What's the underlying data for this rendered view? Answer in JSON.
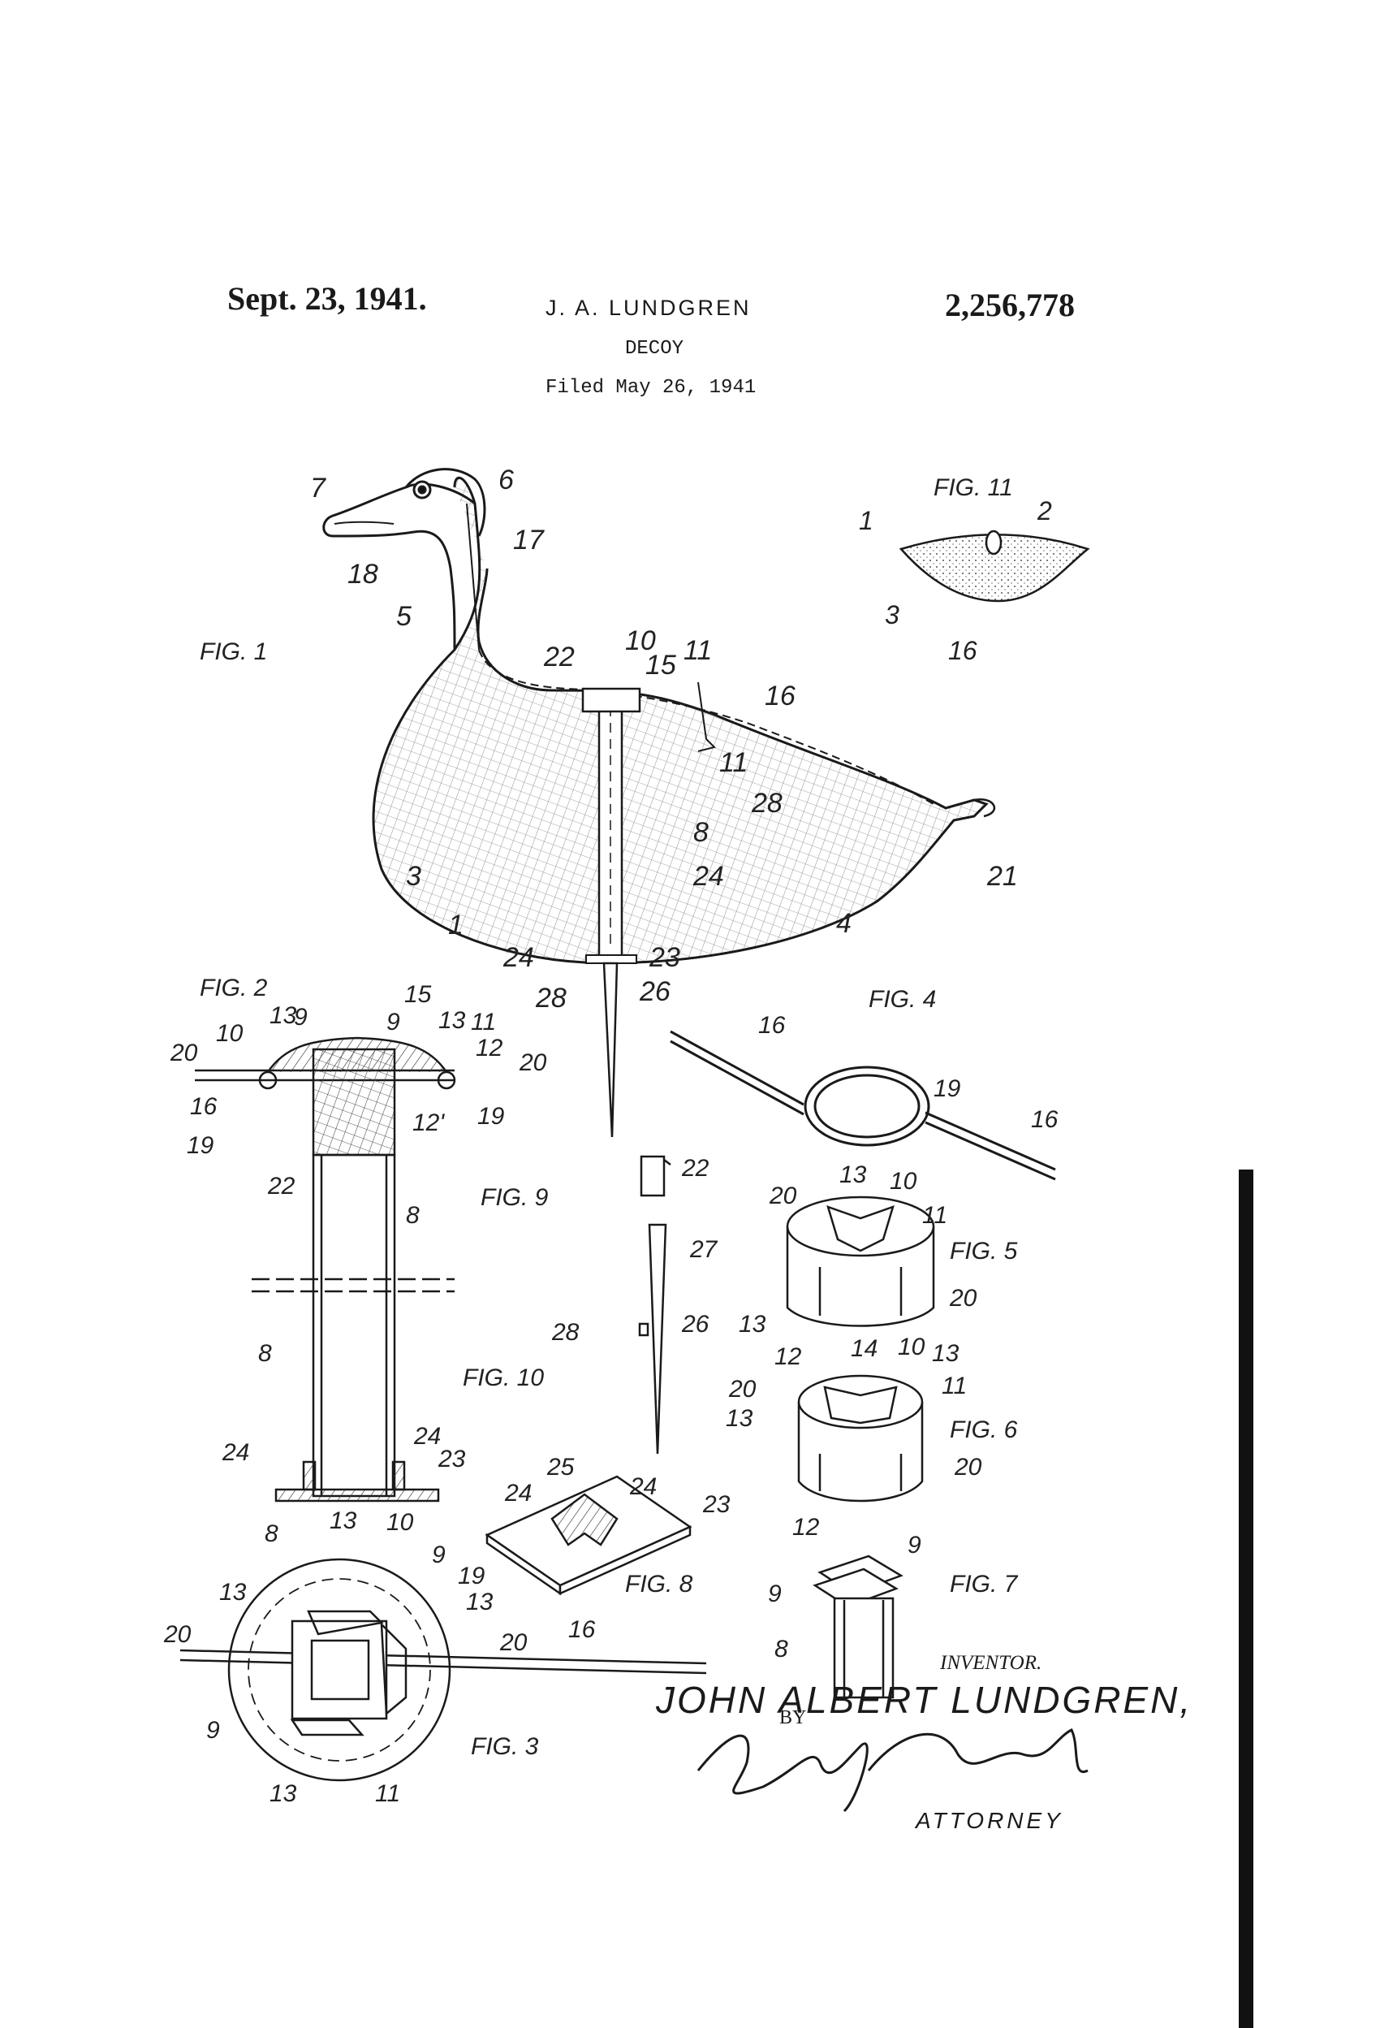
{
  "header": {
    "date": "Sept. 23, 1941.",
    "inventor_short": "J. A. LUNDGREN",
    "patent_number": "2,256,778",
    "title": "DECOY",
    "filed": "Filed May 26, 1941"
  },
  "signature": {
    "inventor_label": "INVENTOR.",
    "inventor_name": "JOHN ALBERT LUNDGREN,",
    "by_label": "BY",
    "attorney_label": "ATTORNEY"
  },
  "figure_labels": {
    "fig1": "FIG. 1",
    "fig2": "FIG. 2",
    "fig3": "FIG. 3",
    "fig4": "FIG. 4",
    "fig5": "FIG. 5",
    "fig6": "FIG. 6",
    "fig7": "FIG. 7",
    "fig8": "FIG. 8",
    "fig9": "FIG. 9",
    "fig10": "FIG. 10",
    "fig11": "FIG. 11"
  },
  "reference_numerals": {
    "n1": "1",
    "n2": "2",
    "n3": "3",
    "n4": "4",
    "n5": "5",
    "n6": "6",
    "n7": "7",
    "n8": "8",
    "n9": "9",
    "n10": "10",
    "n11": "11",
    "n12": "12",
    "n12p": "12'",
    "n13": "13",
    "n14": "14",
    "n15": "15",
    "n16": "16",
    "n17": "17",
    "n18": "18",
    "n19": "19",
    "n20": "20",
    "n21": "21",
    "n22": "22",
    "n23": "23",
    "n24": "24",
    "n25": "25",
    "n26": "26",
    "n27": "27",
    "n28": "28"
  }
}
